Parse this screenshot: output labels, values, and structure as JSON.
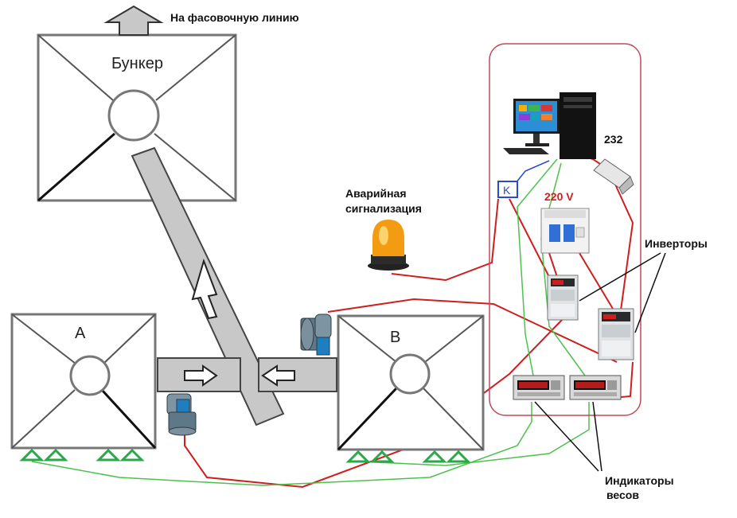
{
  "labels": {
    "output_line": "На фасовочную линию",
    "bunker": "Бункер",
    "hopper_a": "A",
    "hopper_b": "B",
    "alarm_line1": "Аварийная",
    "alarm_line2": "сигнализация",
    "port_232": "232",
    "voltage": "220 V",
    "contactor": "K",
    "inverters": "Инверторы",
    "indicators_line1": "Индикаторы",
    "indicators_line2": "весов"
  },
  "colors": {
    "power_wire": "#d01e1e",
    "signal_wire": "#4cc24c",
    "data_wire": "#2a4ad0",
    "conveyor_fill": "#c8c8c8",
    "load_cell": "#2aa84a",
    "voltage_text": "#d01e1e",
    "cabinet_border": "#c04a5a",
    "alarm_lamp": "#f39c12"
  },
  "icons": {
    "output_arrow": "up-arrow-icon",
    "computer": "desktop-computer-icon",
    "converter": "rs232-converter-icon",
    "breaker": "circuit-breaker-icon",
    "inverter": "frequency-inverter-icon",
    "indicator": "weight-indicator-icon",
    "motor": "gear-motor-icon",
    "alarm": "alarm-beacon-icon",
    "load_cell": "load-cell-icon"
  }
}
